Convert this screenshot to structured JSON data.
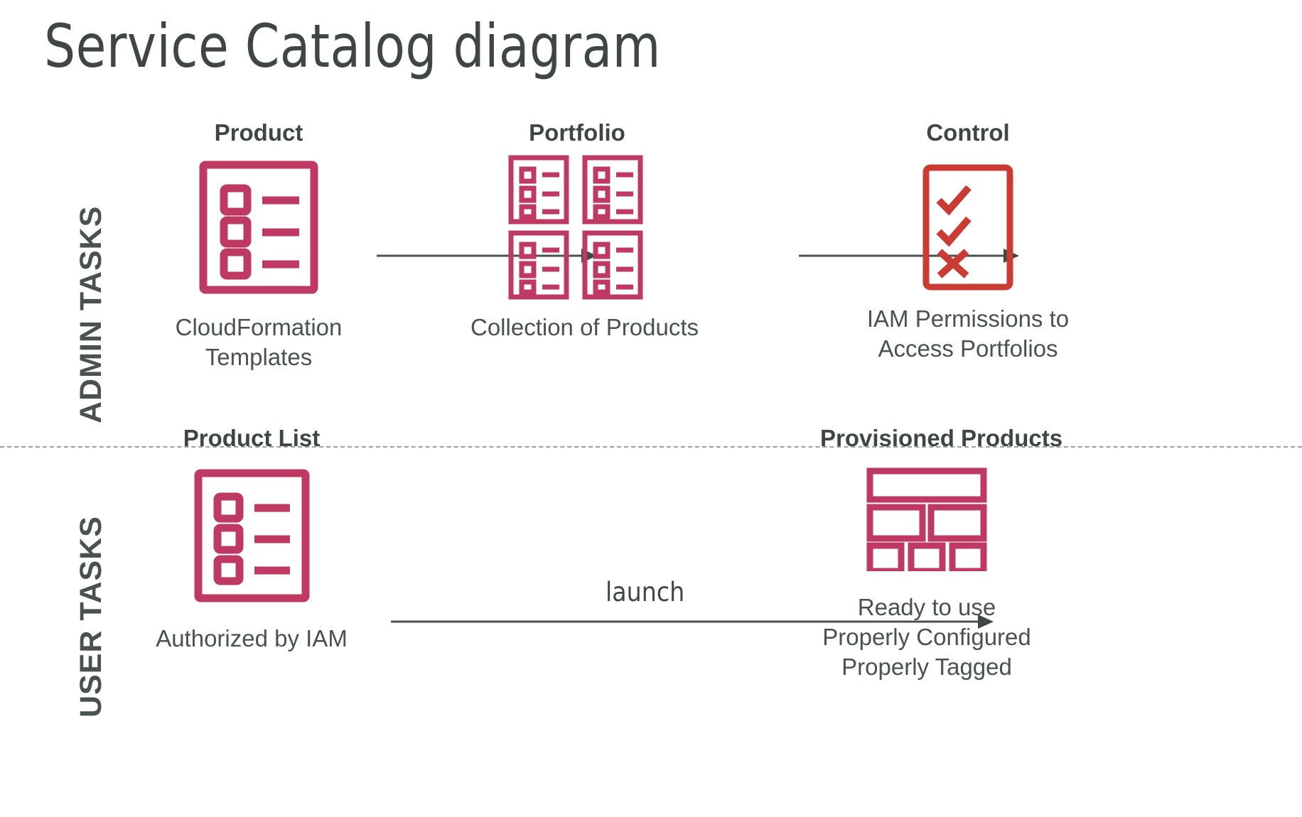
{
  "title": "Service Catalog diagram",
  "colors": {
    "crimson": "#BE3A63",
    "red": "#C93B33",
    "text_dark": "#3F4744",
    "arrow": "#4A5250",
    "divider": "#9AA0A0",
    "background": "#FFFFFF"
  },
  "bands": [
    {
      "id": "admin",
      "label": "ADMIN TASKS"
    },
    {
      "id": "user",
      "label": "USER TASKS"
    }
  ],
  "divider": {
    "style": "dashed"
  },
  "admin_row": {
    "nodes": [
      {
        "id": "product",
        "title": "Product",
        "icon": "document-checklist-icon",
        "icon_color": "#BE3A63",
        "caption_lines": [
          "CloudFormation",
          "Templates"
        ]
      },
      {
        "id": "portfolio",
        "title": "Portfolio",
        "icon": "four-documents-grid-icon",
        "icon_color": "#BE3A63",
        "caption_lines": [
          "Collection of Products"
        ]
      },
      {
        "id": "control",
        "title": "Control",
        "icon": "checklist-approval-icon",
        "icon_color": "#C93B33",
        "caption_lines": [
          "IAM Permissions to",
          "Access Portfolios"
        ]
      }
    ],
    "arrows": [
      {
        "id": "product-to-portfolio",
        "label": ""
      },
      {
        "id": "portfolio-to-control",
        "label": ""
      }
    ]
  },
  "user_row": {
    "nodes": [
      {
        "id": "product-list",
        "title": "Product List",
        "icon": "document-checklist-icon",
        "icon_color": "#BE3A63",
        "caption_lines": [
          "Authorized by IAM"
        ]
      },
      {
        "id": "provisioned-products",
        "title": "Provisioned Products",
        "icon": "layout-blocks-icon",
        "icon_color": "#BE3A63",
        "caption_lines": [
          "Ready to use",
          "Properly Configured",
          "Properly Tagged"
        ]
      }
    ],
    "arrows": [
      {
        "id": "launch-arrow",
        "label": "launch"
      }
    ]
  }
}
